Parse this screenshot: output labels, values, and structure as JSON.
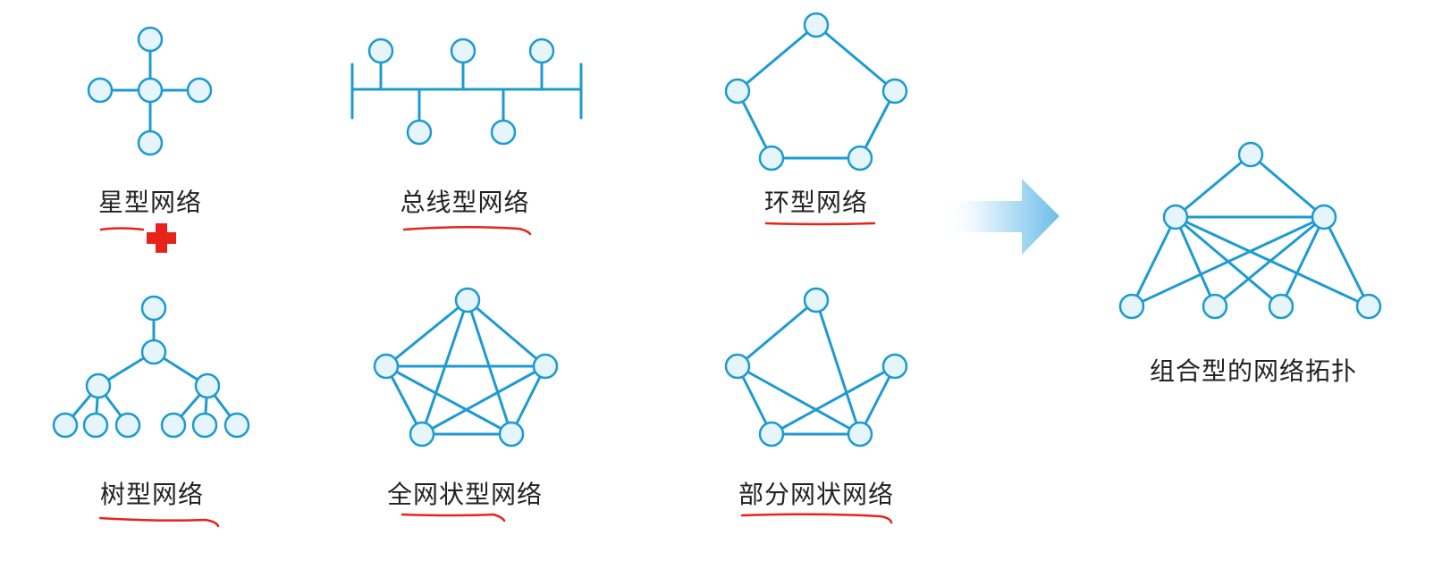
{
  "colors": {
    "node_fill": "#e6f4fb",
    "line": "#1d9bd1",
    "underline": "#e8241a",
    "text": "#222222",
    "arrow_light": "#e9f6fd",
    "arrow_dark": "#7fc6ea"
  },
  "labels": {
    "star": "星型网络",
    "bus": "总线型网络",
    "ring": "环型网络",
    "tree": "树型网络",
    "full_mesh": "全网状型网络",
    "partial_mesh": "部分网状网络",
    "combined": "组合型的网络拓扑"
  },
  "icons": {
    "plus": "plus-icon",
    "arrow": "arrow-right-icon"
  }
}
